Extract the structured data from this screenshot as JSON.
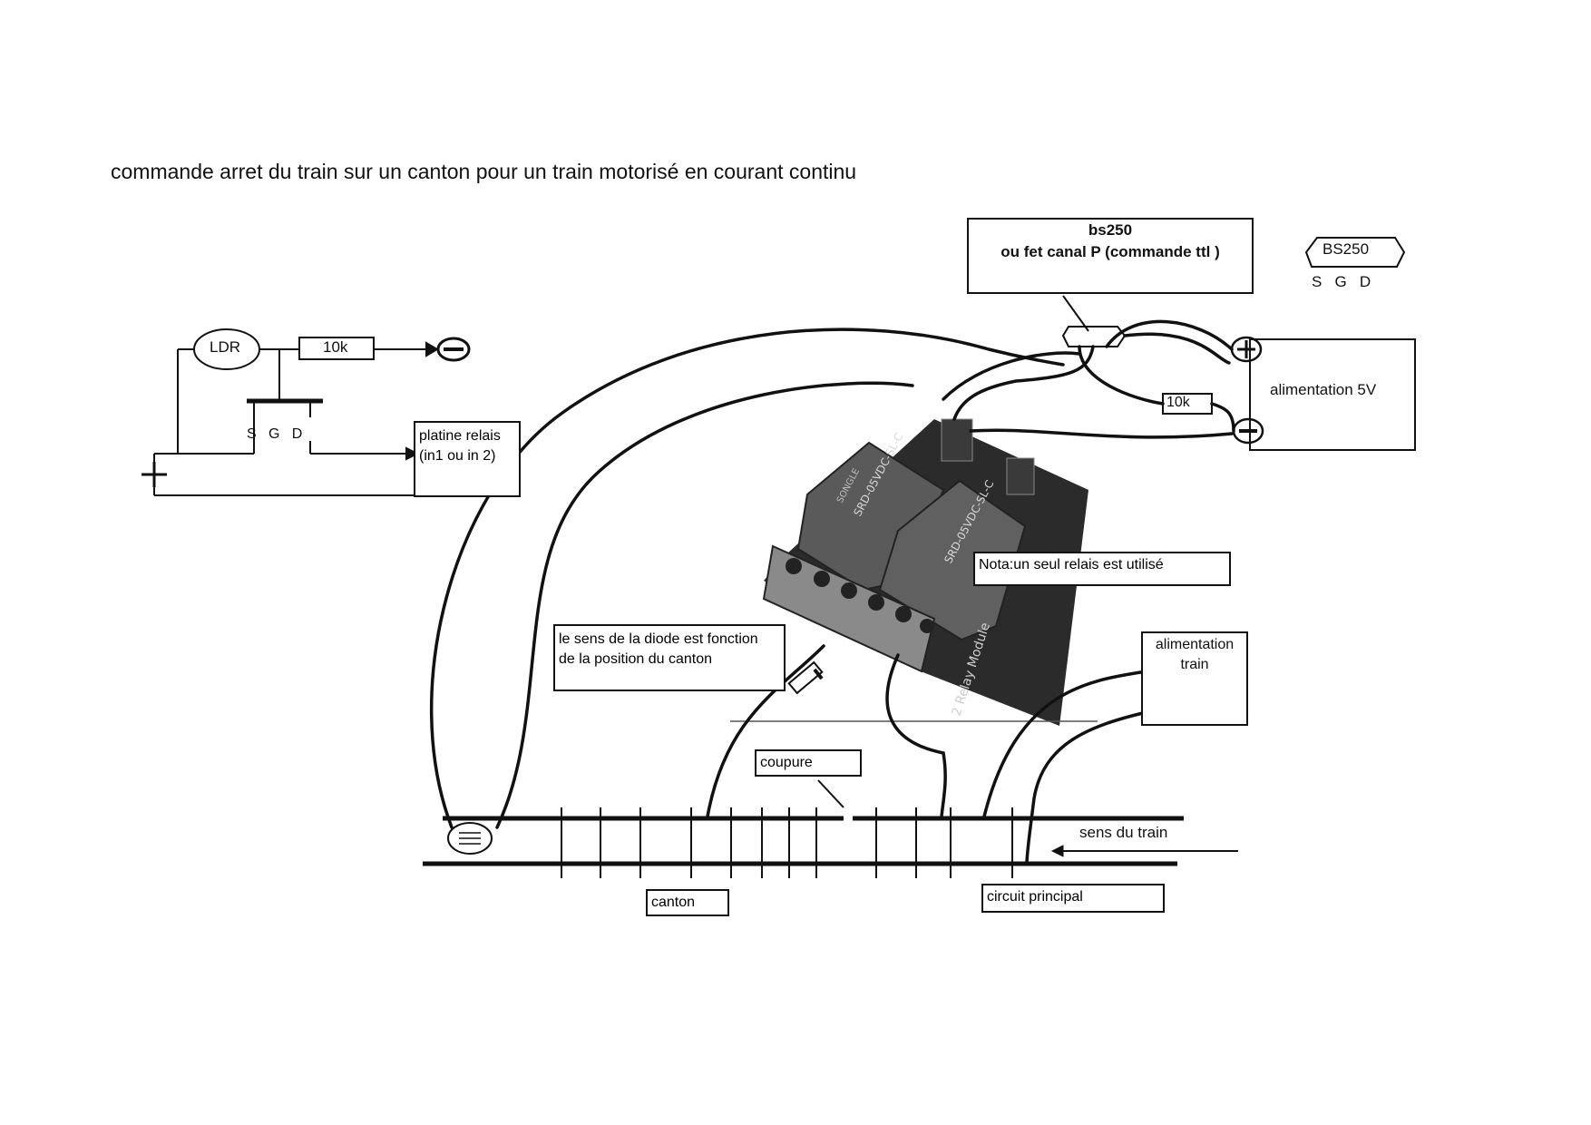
{
  "title": "commande arret du train sur  un canton pour un train motorisé en courant continu",
  "fet_box": {
    "line1": "bs250",
    "line2": "ou fet canal P   (commande ttl )"
  },
  "bs250_pinout": {
    "label": "BS250",
    "pins": "S   G   D"
  },
  "ldr_label": "LDR",
  "resistor_left": "10k",
  "transistor_pins": "S   G   D",
  "relay_board_box": {
    "line1": "platine relais",
    "line2": "(in1 ou in 2)"
  },
  "power_5v": "alimentation 5V",
  "resistor_right": "10k",
  "nota": "Nota:un seul relais est utilisé",
  "diode_note": {
    "line1": "le sens de la diode est fonction",
    "line2": "de la position du canton"
  },
  "train_power": {
    "line1": "alimentation",
    "line2": "train"
  },
  "cut_label": "coupure",
  "train_direction": "sens du train",
  "canton_label": "canton",
  "main_circuit_label": "circuit principal",
  "relay_module": {
    "relay_text": "SRD-05VDC-SL-C",
    "relay_brand": "SONGLE",
    "board_text": "2 Relay Module"
  },
  "colors": {
    "line": "#111111",
    "board": "#2a2a2a",
    "relay": "#4a4a4a",
    "terminal": "#555555"
  }
}
